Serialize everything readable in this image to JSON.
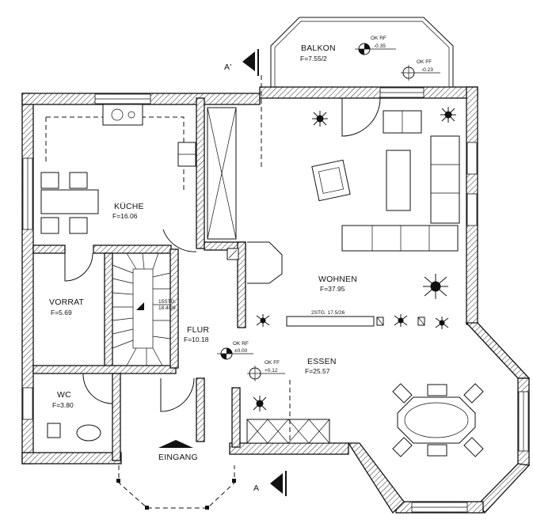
{
  "rooms": {
    "balkon": {
      "name": "BALKON",
      "area": "F=7.55/2"
    },
    "kueche": {
      "name": "KÜCHE",
      "area": "F=16.06"
    },
    "vorrat": {
      "name": "VORRAT",
      "area": "F=5.69"
    },
    "wc": {
      "name": "WC",
      "area": "F=3.80"
    },
    "flur": {
      "name": "FLUR",
      "area": "F=10.18"
    },
    "wohnen": {
      "name": "WOHNEN",
      "area": "F=37.95"
    },
    "essen": {
      "name": "ESSEN",
      "area": "F=25.57"
    },
    "eingang": {
      "name": "EINGANG"
    }
  },
  "levels": {
    "balkon_rf": {
      "label": "OK RF",
      "value": "-0.35"
    },
    "balkon_ff": {
      "label": "OK FF",
      "value": "-0.23"
    },
    "flur_rf": {
      "label": "OK RF",
      "value": "±0.00"
    },
    "essen_ff": {
      "label": "OK FF",
      "value": "+0.12"
    }
  },
  "stairs": {
    "main": {
      "line1": "15STG.",
      "line2": "18.4/26"
    },
    "wohnen": {
      "label": "2STG. 17.5/26"
    }
  },
  "section_marks": {
    "top": "A'",
    "bottom": "A"
  }
}
